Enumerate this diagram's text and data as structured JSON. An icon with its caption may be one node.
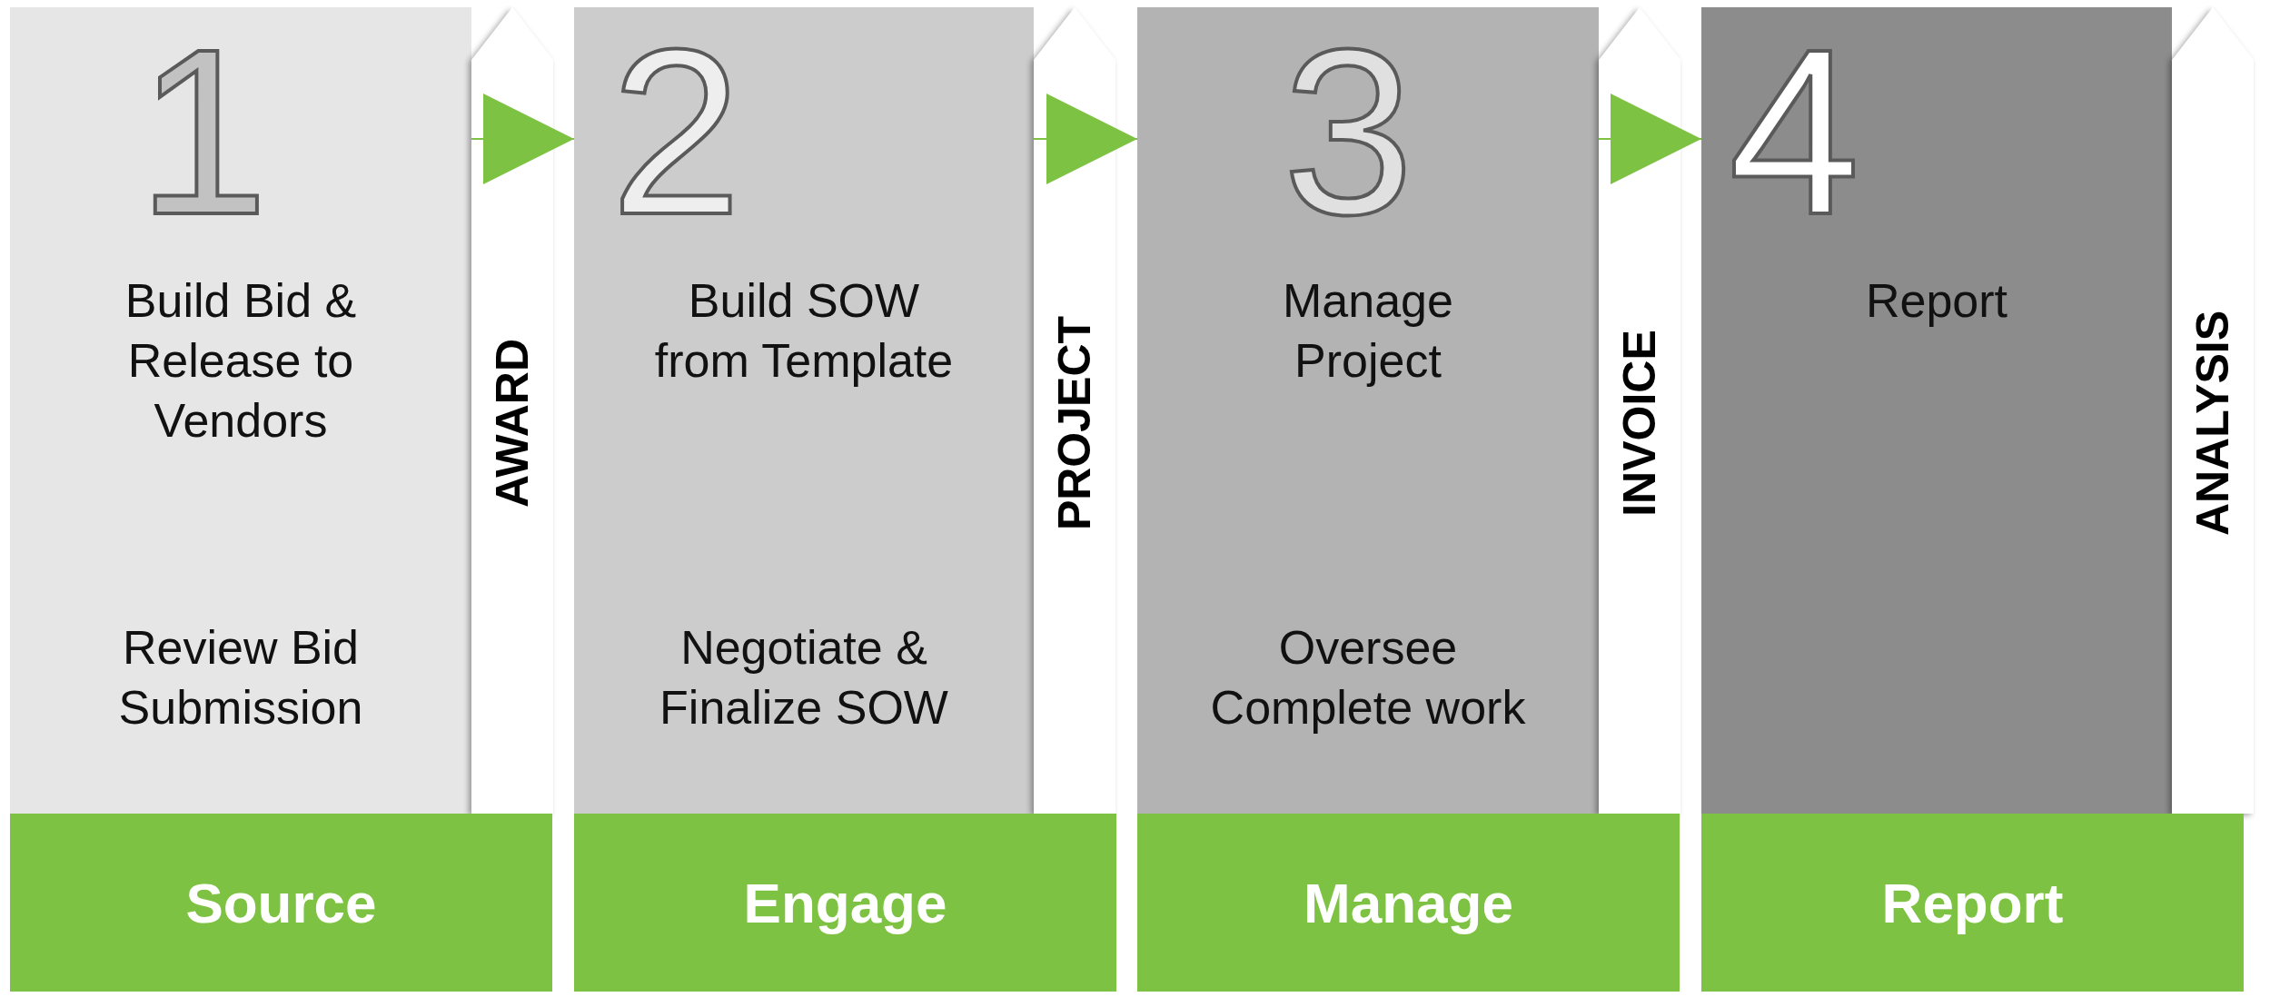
{
  "diagram": {
    "nodes": [
      {
        "text": [
          "1",
          "Build Bid & Release to Vendors",
          "Review Bid Submission"
        ]
      },
      {
        "text": [
          "AWARD"
        ]
      },
      {
        "text": [
          "2",
          "Build SOW from Template",
          "Negotiate & Finalize SOW"
        ]
      },
      {
        "text": [
          "PROJECT"
        ]
      },
      {
        "text": [
          "3",
          "Manage Project",
          "Oversee Complete work"
        ]
      },
      {
        "text": [
          "INVOICE"
        ]
      },
      {
        "text": [
          "4",
          "Report"
        ]
      },
      {
        "text": [
          "ANALYSIS"
        ]
      },
      {
        "text": [
          "Source"
        ]
      },
      {
        "text": [
          "Engage"
        ]
      },
      {
        "text": [
          "Manage"
        ]
      },
      {
        "text": [
          "Report"
        ]
      }
    ],
    "edges": [
      {
        "from": 0,
        "to": 2,
        "arrow": "to"
      },
      {
        "from": 2,
        "to": 4,
        "arrow": "to"
      },
      {
        "from": 4,
        "to": 6,
        "arrow": "to"
      }
    ]
  }
}
